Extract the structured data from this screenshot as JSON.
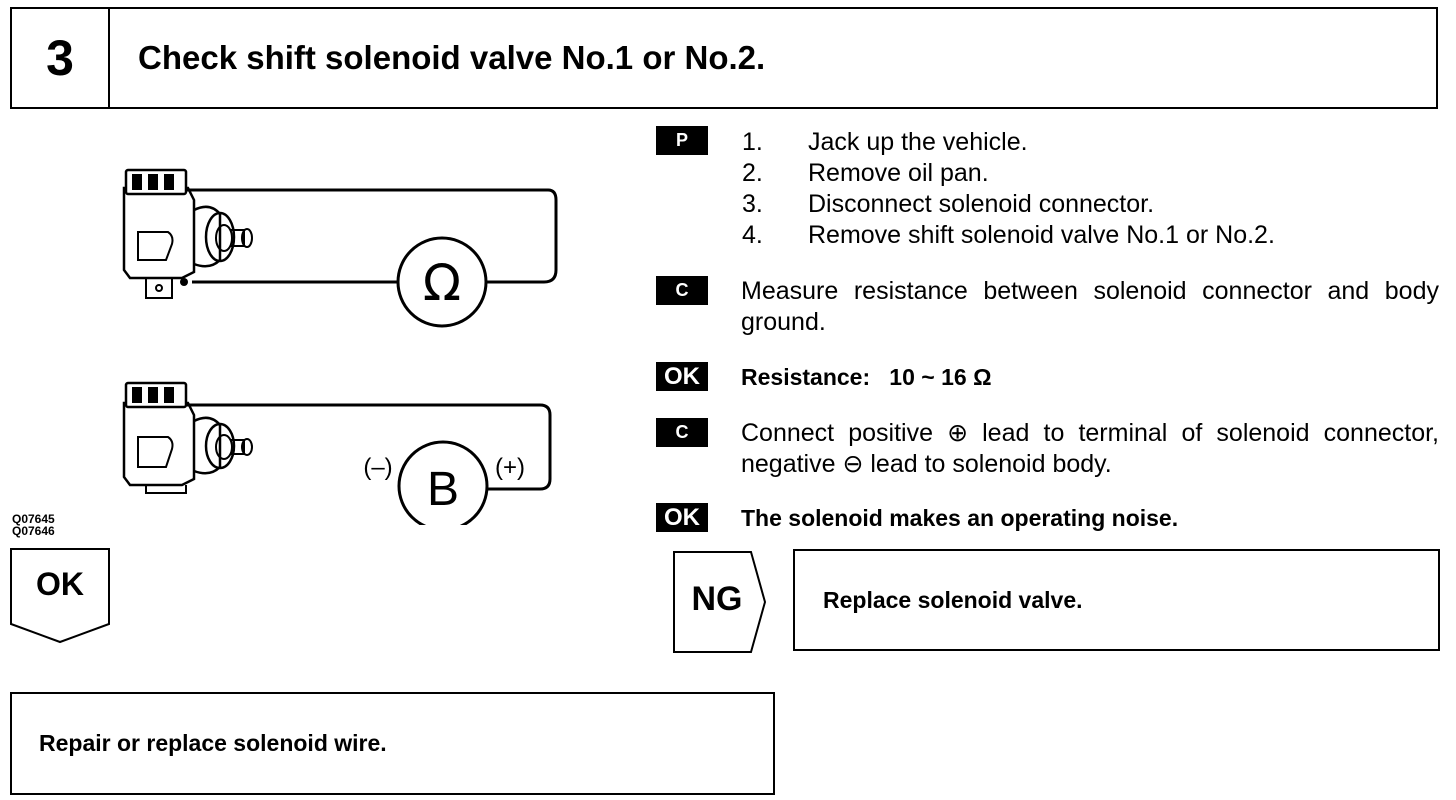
{
  "header": {
    "step_number": "3",
    "title": "Check shift solenoid valve No.1 or No.2."
  },
  "figure": {
    "meter_symbol": "Ω",
    "battery_symbol": "B",
    "negative_label": "(–)",
    "positive_label": "(+)",
    "figure_ids": [
      "Q07645",
      "Q07646"
    ]
  },
  "badges": {
    "prep": "P",
    "check": "C",
    "ok": "OK"
  },
  "preparation_steps": [
    {
      "num": "1.",
      "text": "Jack up the vehicle."
    },
    {
      "num": "2.",
      "text": "Remove oil pan."
    },
    {
      "num": "3.",
      "text": "Disconnect solenoid connector."
    },
    {
      "num": "4.",
      "text": "Remove shift solenoid valve No.1 or No.2."
    }
  ],
  "check1": {
    "text": "Measure resistance between solenoid connector and body ground."
  },
  "ok1": {
    "label": "Resistance:",
    "value": "10 ~ 16 Ω"
  },
  "check2": {
    "text": "Connect positive ⊕ lead to terminal of solenoid connector, negative ⊖ lead to solenoid body."
  },
  "ok2": {
    "text": "The solenoid makes an operating noise."
  },
  "ng": {
    "label": "NG",
    "action": "Replace solenoid valve."
  },
  "ok_result": {
    "label": "OK",
    "action": "Repair or replace solenoid wire."
  }
}
